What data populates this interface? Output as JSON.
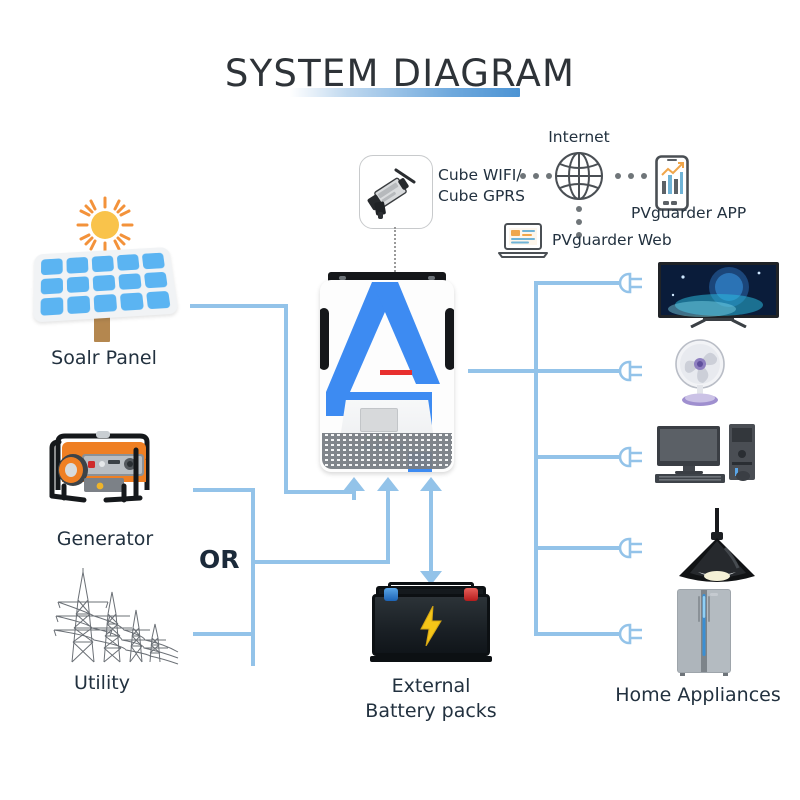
{
  "page": {
    "title": "SYSTEM DIAGRAM",
    "background": "#ffffff",
    "wire_color": "#93c3e9",
    "text_color": "#22313f",
    "accent_blue": "#3d8bf2"
  },
  "sources": {
    "solar": {
      "label": "Soalr Panel",
      "icon": "solar-panel-icon"
    },
    "generator": {
      "label": "Generator",
      "icon": "generator-icon"
    },
    "utility": {
      "label": "Utility",
      "icon": "utility-pylon-icon"
    },
    "or_label": "OR"
  },
  "inverter": {
    "name": "hybrid-inverter",
    "logo_letter": "A",
    "leds": [
      "#4caf50",
      "#4caf50",
      "#e53935"
    ],
    "button_count": 4
  },
  "storage": {
    "label": "External\nBattery packs",
    "icon": "battery-icon",
    "terminal_negative_color": "#1c63b5",
    "terminal_positive_color": "#b51c1c"
  },
  "monitoring": {
    "dongle": {
      "label": "Cube WIFI/\nCube  GPRS",
      "icon": "wifi-dongle-icon"
    },
    "internet": {
      "label": "Internet",
      "icon": "globe-icon"
    },
    "web": {
      "label": "PVguarder Web",
      "icon": "laptop-icon"
    },
    "app": {
      "label": "PVguarder APP",
      "icon": "smartphone-icon"
    }
  },
  "loads": {
    "label": "Home Appliances",
    "items": [
      {
        "name": "television",
        "icon": "tv-icon"
      },
      {
        "name": "fan",
        "icon": "fan-icon"
      },
      {
        "name": "desktop-computer",
        "icon": "computer-icon"
      },
      {
        "name": "pendant-lamp",
        "icon": "lamp-icon"
      },
      {
        "name": "refrigerator",
        "icon": "fridge-icon"
      }
    ],
    "plug_count": 5
  }
}
